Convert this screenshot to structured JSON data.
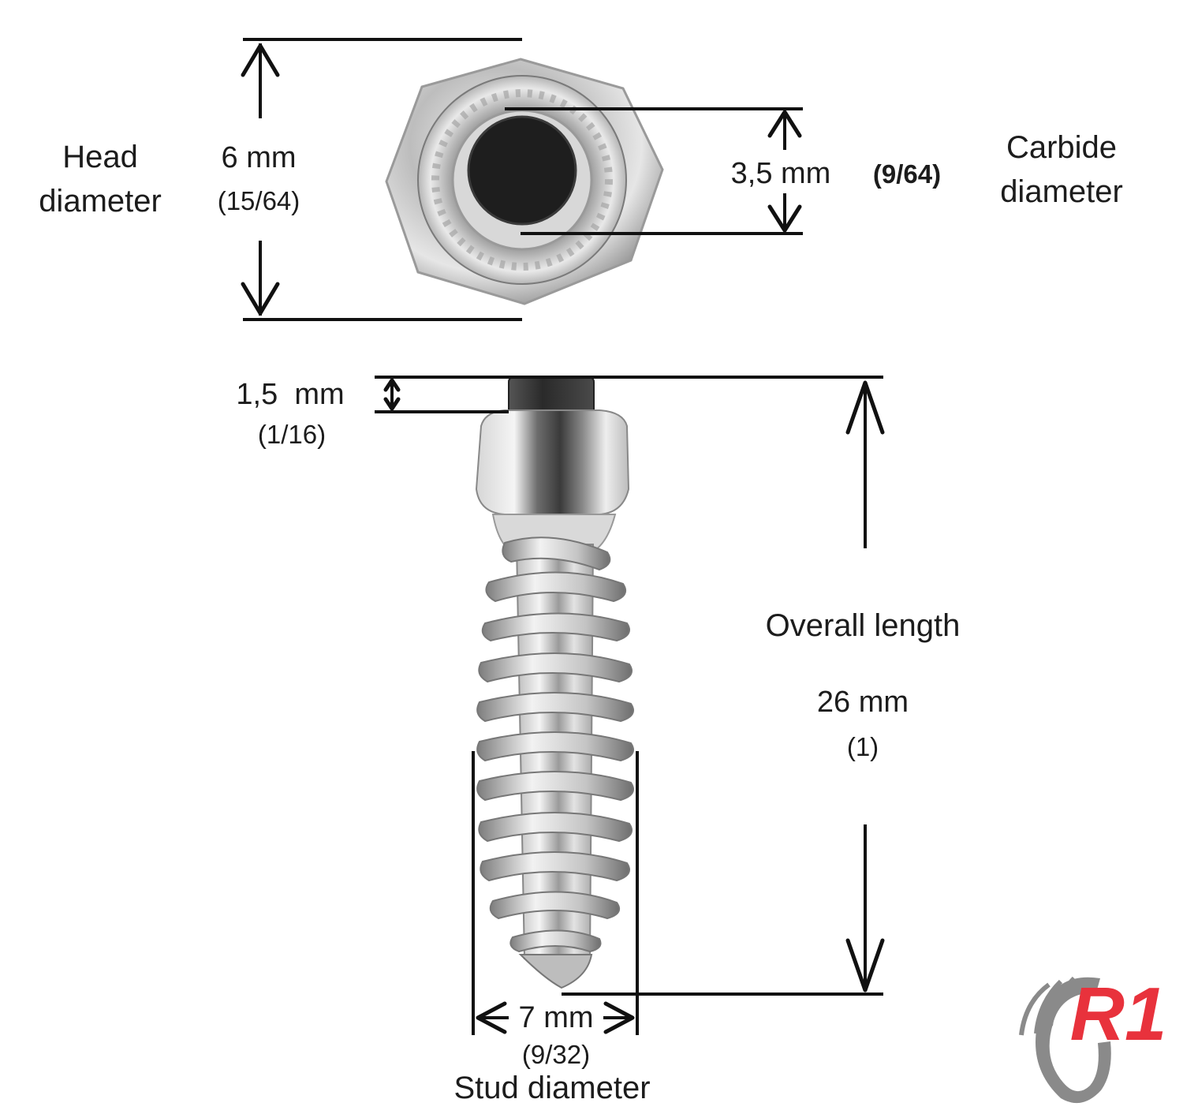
{
  "head_diameter": {
    "label_line1": "Head",
    "label_line2": "diameter",
    "value_mm": "6 mm",
    "value_in": "(15/64)"
  },
  "carbide_diameter": {
    "label_line1": "Carbide",
    "label_line2": "diameter",
    "value_mm": "3,5 mm",
    "value_in": "(9/64)"
  },
  "carbide_protrusion": {
    "value_mm": "1,5  mm",
    "value_in": "(1/16)"
  },
  "overall_length": {
    "label": "Overall length",
    "value_mm": "26 mm",
    "value_in": "(1)"
  },
  "stud_diameter": {
    "label": "Stud diameter",
    "value_mm": "7 mm",
    "value_in": "(9/32)"
  },
  "logo": {
    "text": "R1",
    "icon": "r1-logo-icon"
  },
  "colors": {
    "logo_red": "#e8323c",
    "logo_grey": "#8a8a8a",
    "dimension_lines": "#111111",
    "carbide": "#1e1e1e",
    "steel": "#c9c9c9"
  }
}
